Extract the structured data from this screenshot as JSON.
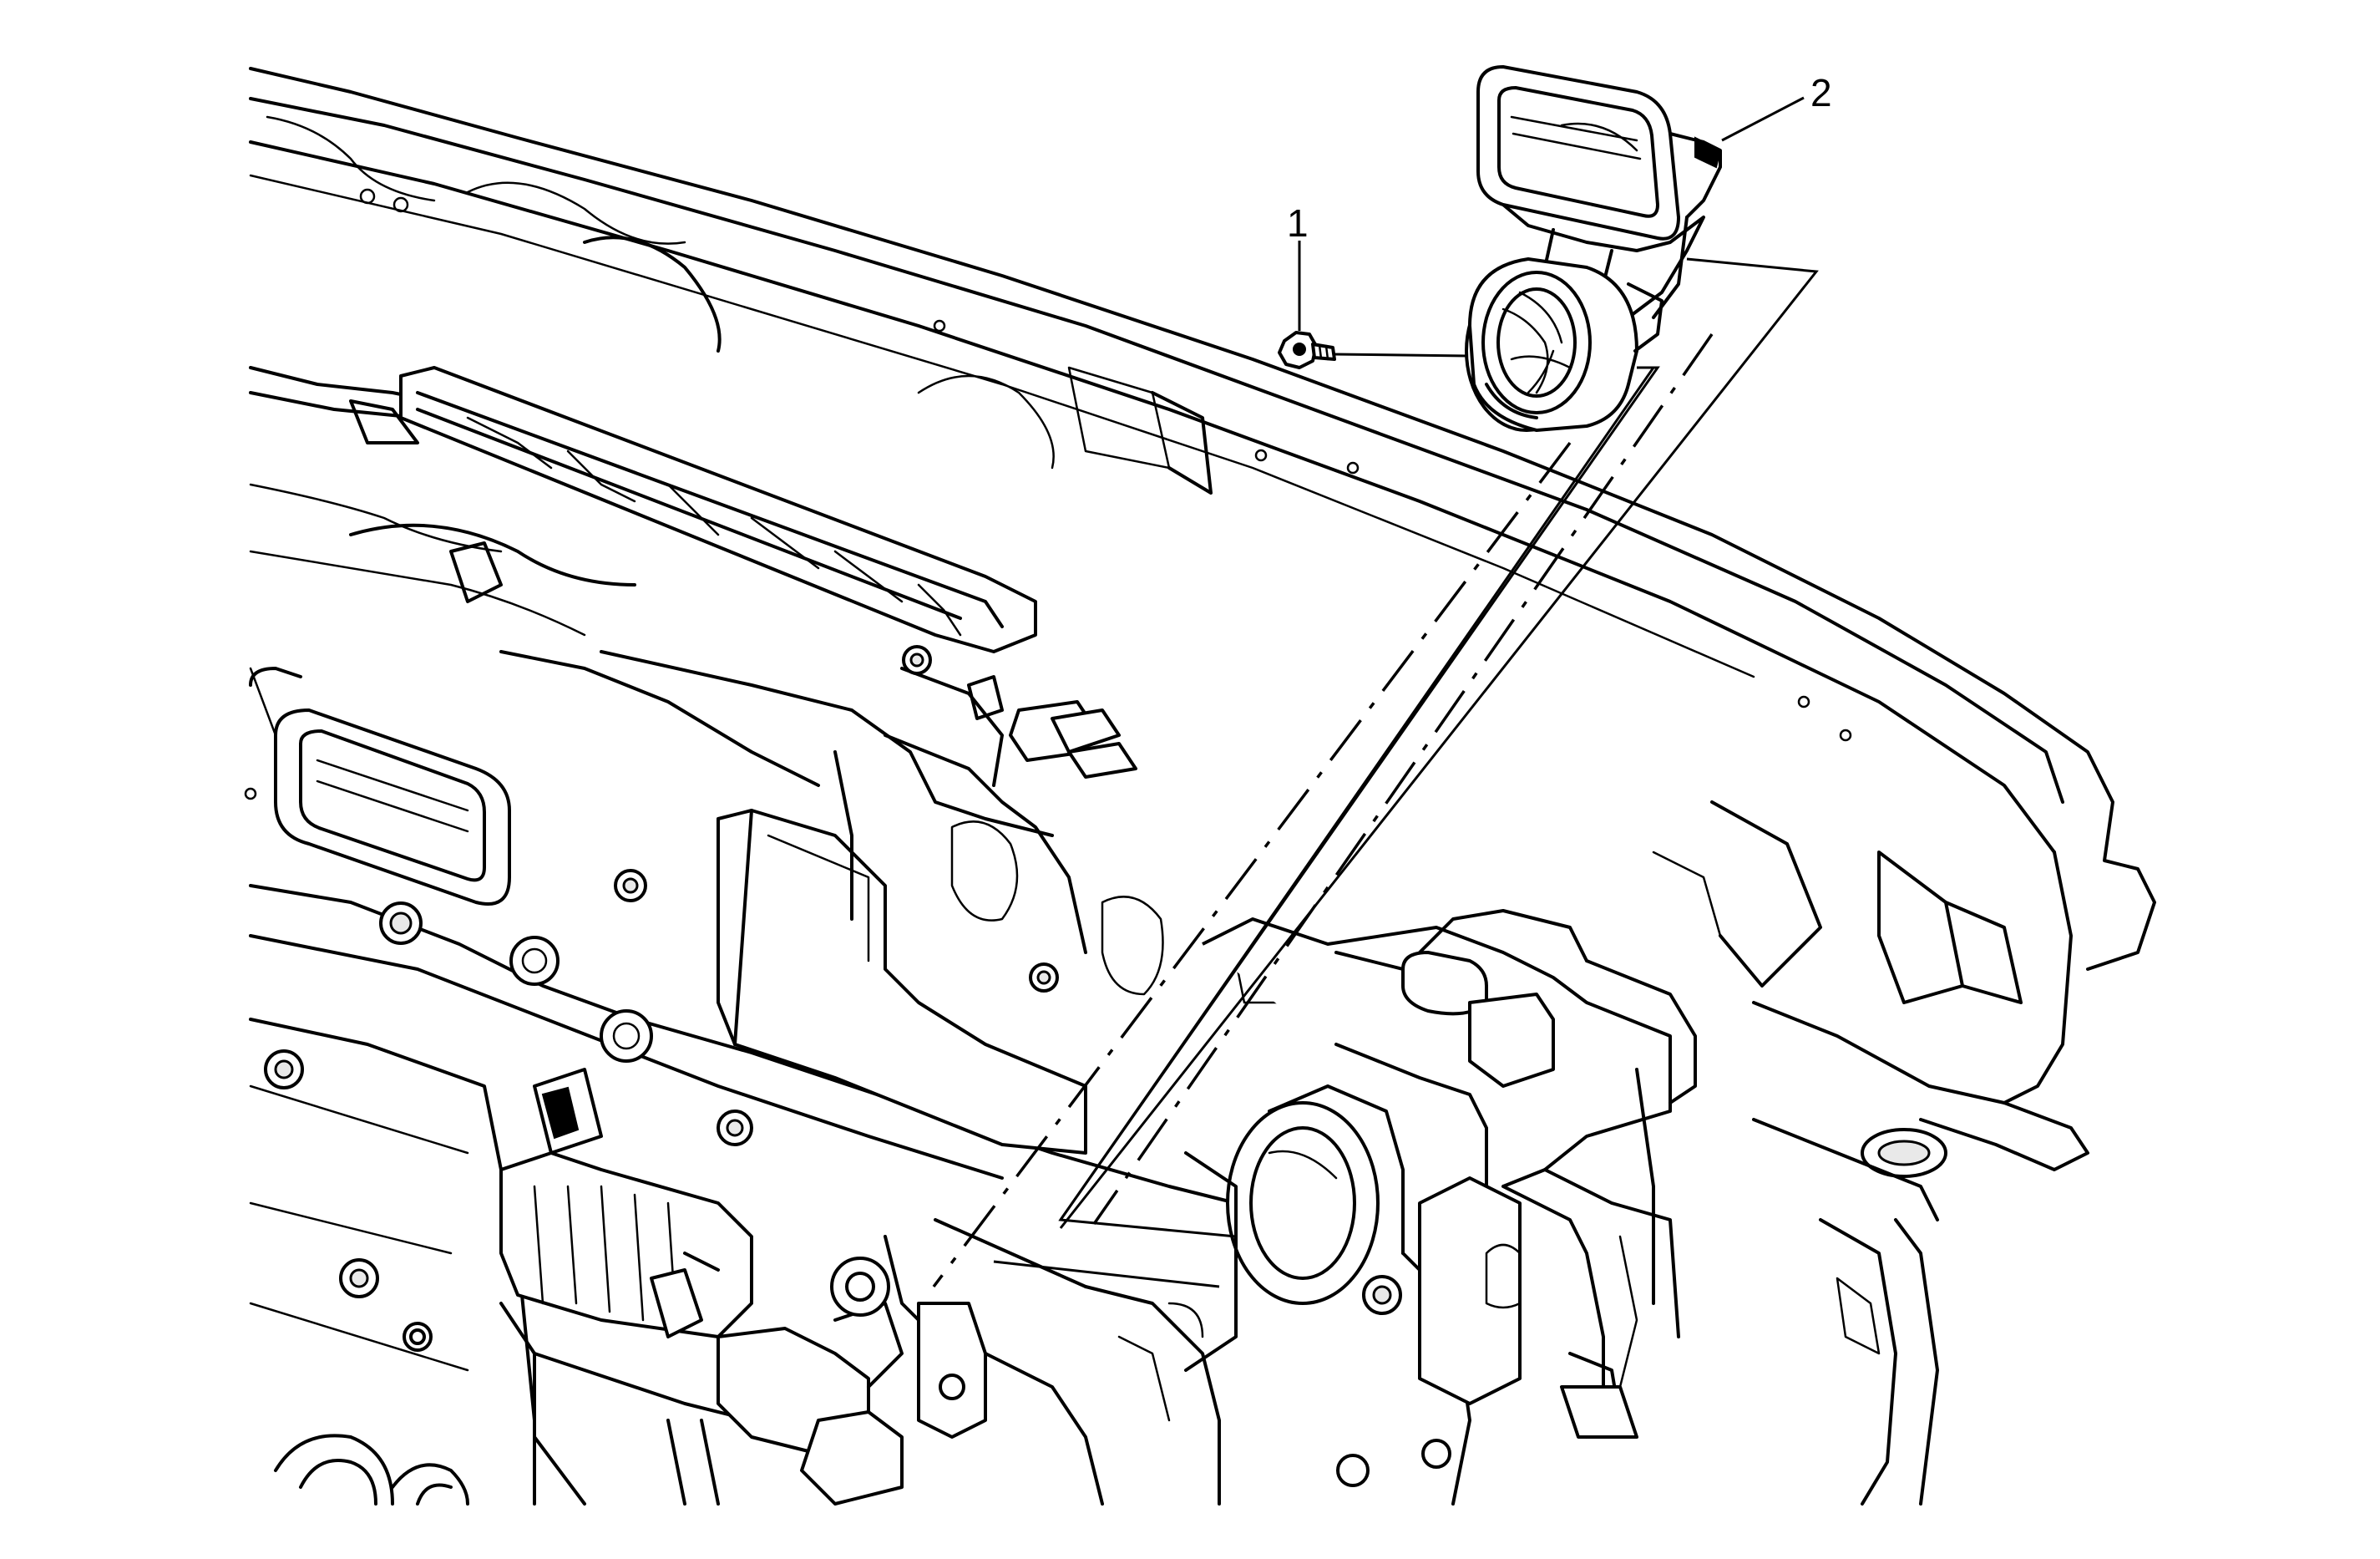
{
  "diagram": {
    "callouts": [
      {
        "label": "1",
        "part": "bolt"
      },
      {
        "label": "2",
        "part": "air duct"
      }
    ]
  },
  "colors": {
    "line": "#000000",
    "background": "#ffffff"
  }
}
